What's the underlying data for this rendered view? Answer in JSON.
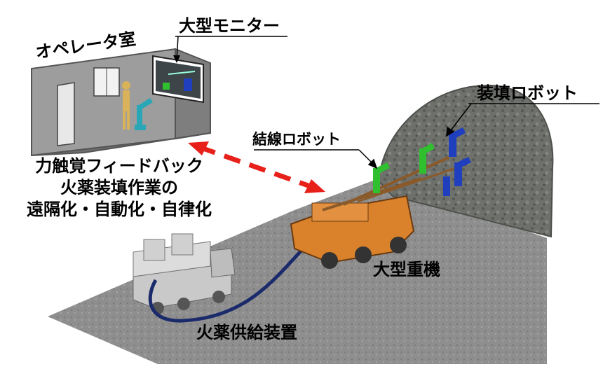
{
  "labels": {
    "operator_room": "オペレータ室",
    "large_monitor": "大型モニター",
    "loading_robot": "装填ロボット",
    "binding_robot": "結線ロボット",
    "heavy_machine": "大型重機",
    "explosive_supply": "火薬供給装置"
  },
  "caption": {
    "line1": "力触覚フィードバック",
    "line2": "火薬装填作業の",
    "line3": "遠隔化・自動化・自律化"
  },
  "colors": {
    "arrow": "#e8201a",
    "machine": "#d9822b",
    "robot_blue": "#1f3fbf",
    "robot_green": "#2fbf2f",
    "ground": "#8c8c8c",
    "tunnel": "#6f716d"
  }
}
